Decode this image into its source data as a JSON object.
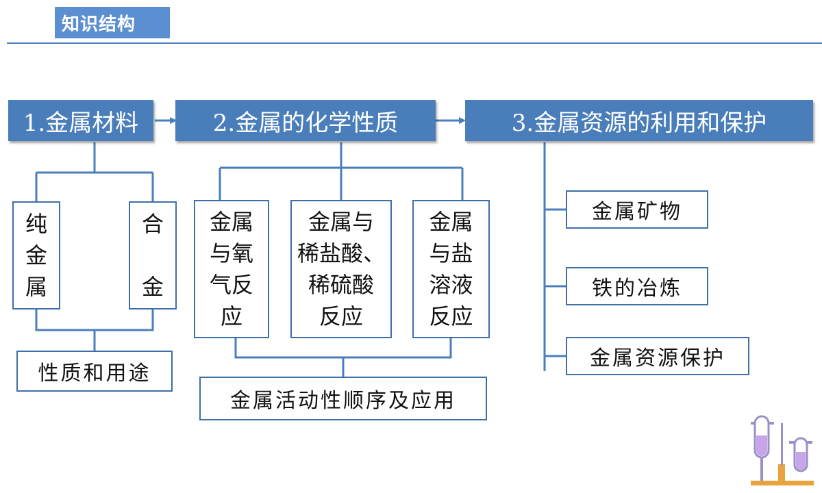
{
  "header": {
    "title": "知识结构"
  },
  "main_nodes": [
    {
      "label": "1.金属材料"
    },
    {
      "label": "2.金属的化学性质"
    },
    {
      "label": "3.金属资源的利用和保护"
    }
  ],
  "materials": {
    "pure_metal": "纯\n金\n属",
    "alloy": "合\n\n金",
    "properties_uses": "性质和用途"
  },
  "chemical": {
    "oxygen": "金属\n与氧\n气反\n应",
    "acid": "金属与\n稀盐酸、\n稀硫酸\n反应",
    "salt": "金属\n与盐\n溶液\n反应",
    "activity_series": "金属活动性顺序及应用"
  },
  "resources": {
    "ores": "金属矿物",
    "iron_smelting": "铁的冶炼",
    "protection": "金属资源保护"
  },
  "colors": {
    "accent": "#4a7ebb",
    "header": "#5b8fd1",
    "line": "#3f6fa8"
  }
}
